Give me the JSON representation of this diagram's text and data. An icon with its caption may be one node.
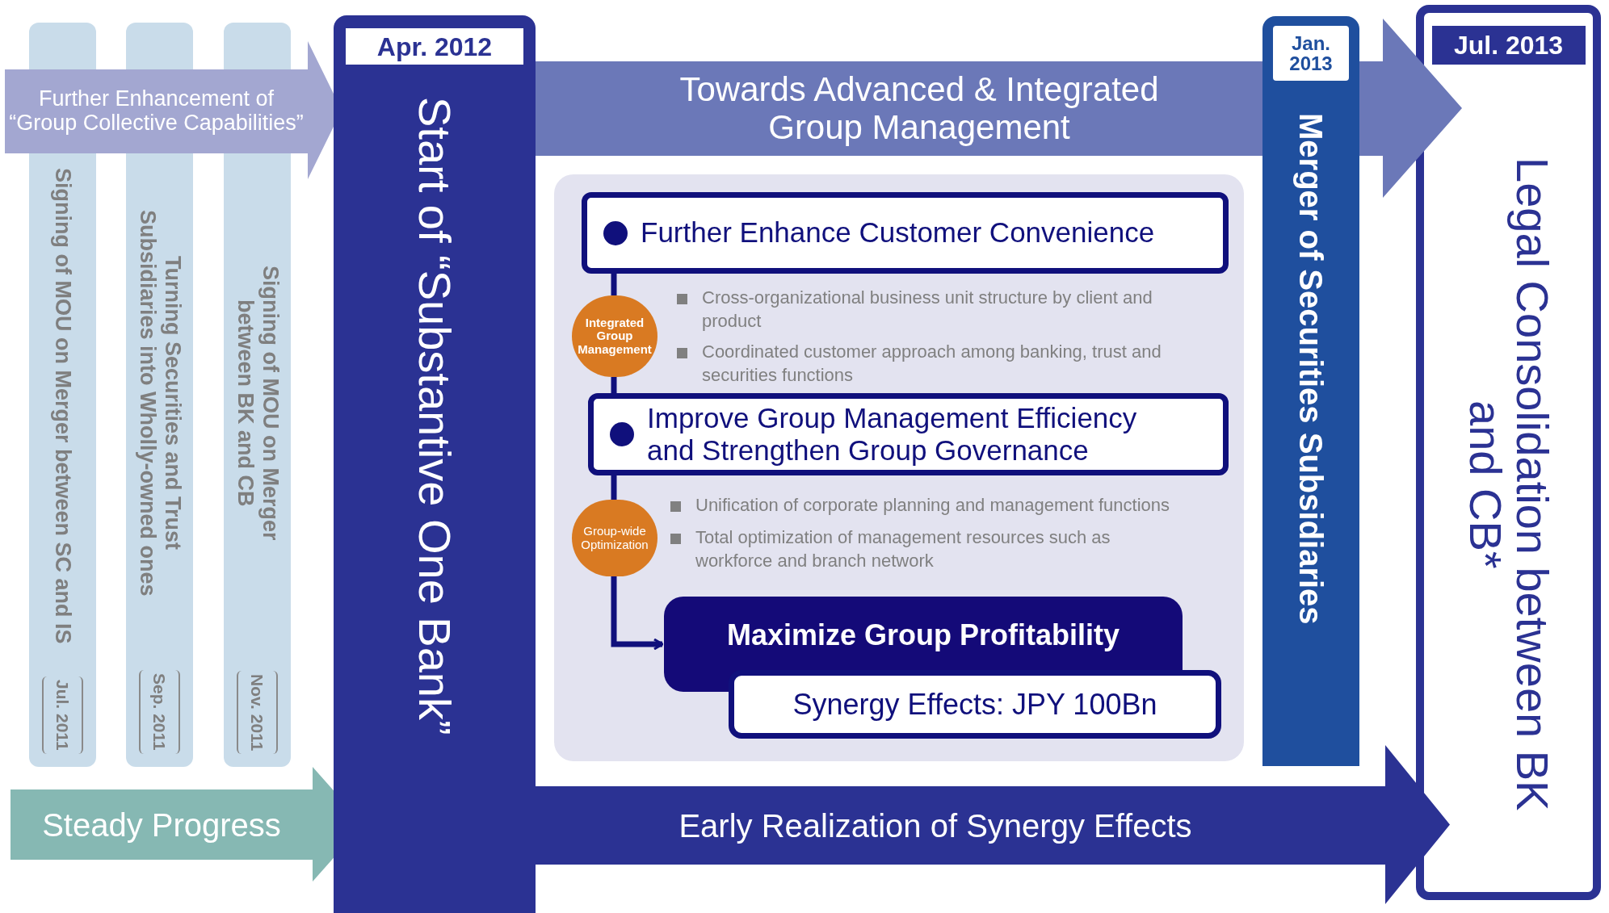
{
  "diagram": {
    "nodes": [
      {
        "text": [
          "Signing of MOU on Merger between SC and IS",
          "Jul. 2011"
        ]
      },
      {
        "text": [
          "Turning Securities and Trust Subsidiaries into Wholly-owned ones",
          "Sep. 2011"
        ]
      },
      {
        "text": [
          "Signing of MOU on Merger between BK and CB",
          "Nov. 2011"
        ]
      },
      {
        "text": [
          "Further Enhancement of “Group Collective Capabilities”"
        ]
      },
      {
        "text": [
          "Apr. 2012",
          "Start of “Substantive One Bank”"
        ]
      },
      {
        "text": [
          "Towards Advanced & Integrated Group Management"
        ]
      },
      {
        "text": [],
        "shape": "box"
      },
      {
        "text": [
          "Further Enhance Customer Convenience"
        ],
        "in": 6
      },
      {
        "text": [
          "Integrated Group Management"
        ],
        "in": 6
      },
      {
        "text": [
          "Improve Group Management Efficiency and Strengthen Group Governance"
        ],
        "in": 6
      },
      {
        "text": [
          "Group-wide Optimization"
        ],
        "in": 6
      },
      {
        "text": [
          "Maximize Group Profitability"
        ],
        "in": 6
      },
      {
        "text": [
          "Synergy Effects: JPY 100Bn"
        ],
        "in": 6
      },
      {
        "text": [
          "Jan. 2013",
          "Merger of Securities Subsidiaries"
        ]
      },
      {
        "text": [
          "Jul. 2013",
          "Legal Consolidation between BK and CB*"
        ]
      },
      {
        "text": [
          "Steady Progress"
        ]
      },
      {
        "text": [
          "Early Realization of Synergy Effects"
        ]
      }
    ],
    "edges": [
      {
        "from": 7,
        "to": 8,
        "arrow": "none"
      },
      {
        "from": 8,
        "to": 9,
        "arrow": "none"
      },
      {
        "from": 9,
        "to": 10,
        "arrow": "none"
      },
      {
        "from": 10,
        "to": 11,
        "arrow": "to"
      }
    ],
    "labels": [
      "Cross-organizational business unit structure by client and product",
      "Coordinated customer approach among banking, trust and securities functions",
      "Unification of corporate planning and management functions",
      "Total optimization of management resources such as workforce and branch network"
    ]
  }
}
